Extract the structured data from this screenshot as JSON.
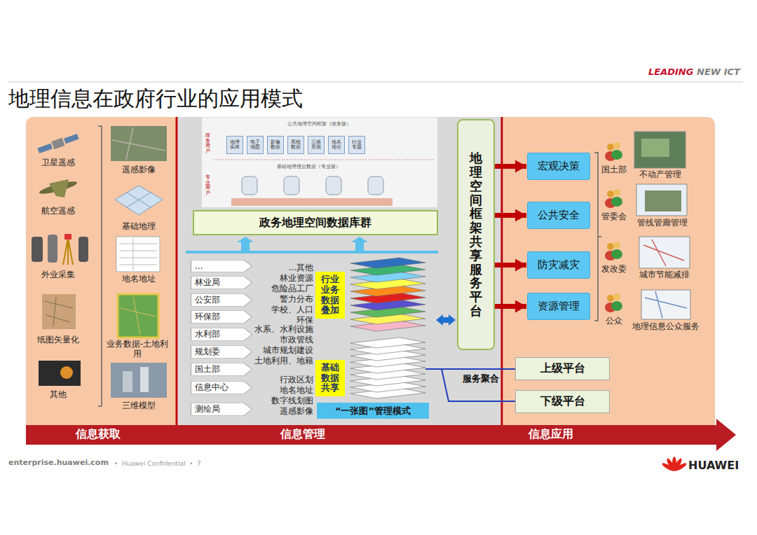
{
  "diagram": {
    "title": "地理信息在政府行业的应用模式",
    "nodes": [
      {
        "text": [
          "地理实体"
        ]
      },
      {
        "text": [
          "电子地图"
        ]
      },
      {
        "text": [
          "影像数据"
        ]
      },
      {
        "text": [
          "高程数据"
        ]
      },
      {
        "text": [
          "三维景观"
        ]
      },
      {
        "text": [
          "地名地址"
        ]
      },
      {
        "text": [
          "行业专题"
        ]
      },
      {
        "text": [
          "政务地理空间数据库群"
        ]
      },
      {
        "text": [
          "..."
        ]
      },
      {
        "text": [
          "林业局"
        ]
      },
      {
        "text": [
          "公安部"
        ]
      },
      {
        "text": [
          "环保部"
        ]
      },
      {
        "text": [
          "水利部"
        ]
      },
      {
        "text": [
          "规划委"
        ]
      },
      {
        "text": [
          "国土部"
        ]
      },
      {
        "text": [
          "信息中心"
        ]
      },
      {
        "text": [
          "测绘局"
        ]
      },
      {
        "text": [
          "行业业务数据叠加"
        ]
      },
      {
        "text": [
          "基础数据共享"
        ]
      },
      {
        "text": [
          "“一张图”管理模式"
        ]
      },
      {
        "text": [
          "地理空间框架共享服务平台"
        ]
      },
      {
        "text": [
          "上级平台"
        ]
      },
      {
        "text": [
          "下级平台"
        ]
      },
      {
        "text": [
          "宏观决策"
        ]
      },
      {
        "text": [
          "公共安全"
        ]
      },
      {
        "text": [
          "防灾减灾"
        ]
      },
      {
        "text": [
          "资源管理"
        ]
      }
    ],
    "edges": [
      {
        "from": 20,
        "to": 23,
        "arrow": "to"
      },
      {
        "from": 20,
        "to": 24,
        "arrow": "to"
      },
      {
        "from": 20,
        "to": 25,
        "arrow": "to"
      },
      {
        "from": 20,
        "to": 26,
        "arrow": "to"
      }
    ],
    "labels": [
      "LEADING",
      "NEW ICT",
      "卫星遥感",
      "航空遥感",
      "外业采集",
      "纸图矢量化",
      "其他",
      "遥感影像",
      "基础地理",
      "地名地址",
      "业务数据-土地利用",
      "三维模型",
      "公共地理空间框架（政务版）",
      "政务用户",
      "专业用户",
      "基础地理信息数据（专业版）",
      "...其他",
      "林业资源",
      "危险品工厂",
      "警力分布",
      "学校、人口",
      "环保",
      "水系、水利设施",
      "市政管线",
      "城市规划建设",
      "土地利用、地籍",
      "行政区划",
      "地名地址",
      "数字线划图",
      "遥感影像",
      "服务聚合",
      "国土部",
      "不动产管理",
      "管委会",
      "管线管廊管理",
      "发改委",
      "城市节能减排",
      "公众",
      "地理信息公众服务",
      "信息获取",
      "信息管理",
      "信息应用",
      "enterprise.huawei.com",
      "•",
      "Huawei Confidential",
      "•",
      "7",
      "HUAWEI"
    ]
  }
}
